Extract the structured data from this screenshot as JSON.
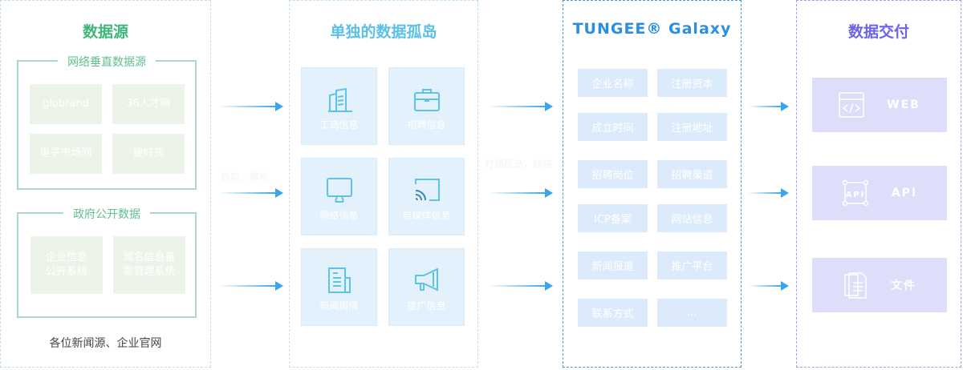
{
  "source": {
    "title": "数据源",
    "vertical": {
      "label": "网络垂直数据源",
      "items": [
        "globrand",
        "36人才网",
        "电子市场网",
        "搜好货"
      ]
    },
    "gov": {
      "label": "政府公开数据",
      "items": [
        "企业信息\n公开系统",
        "域名信息备\n案管理系统"
      ]
    },
    "footer": "各位新闻源、企业官网"
  },
  "flow1_label": "抓取、解析",
  "islands": {
    "title": "单独的数据孤岛",
    "items": [
      {
        "label": "工商信息",
        "icon": "building-icon"
      },
      {
        "label": "招聘信息",
        "icon": "briefcase-icon"
      },
      {
        "label": "网络信息",
        "icon": "monitor-icon"
      },
      {
        "label": "自媒体信息",
        "icon": "cast-icon"
      },
      {
        "label": "新闻舆情",
        "icon": "newspaper-icon"
      },
      {
        "label": "推广信息",
        "icon": "megaphone-icon"
      }
    ]
  },
  "flow2_label": "打通孤岛，链接",
  "galaxy": {
    "title": "TUNGEE® Galaxy",
    "items": [
      "企业名称",
      "注册资本",
      "成立时间",
      "注册地址",
      "招聘岗位",
      "招聘渠道",
      "ICP备案",
      "网站信息",
      "新闻报道",
      "推广平台",
      "联系方式",
      "..."
    ]
  },
  "delivery": {
    "title": "数据交付",
    "items": [
      {
        "label": "WEB",
        "icon": "code-window-icon"
      },
      {
        "label": "API",
        "icon": "api-icon"
      },
      {
        "label": "文件",
        "icon": "files-icon"
      }
    ]
  },
  "colors": {
    "source": "#3cb878",
    "islands": "#5bc0e6",
    "galaxy": "#2a8fe0",
    "delivery": "#6b63e8",
    "arrow": "#3aa4f2"
  }
}
